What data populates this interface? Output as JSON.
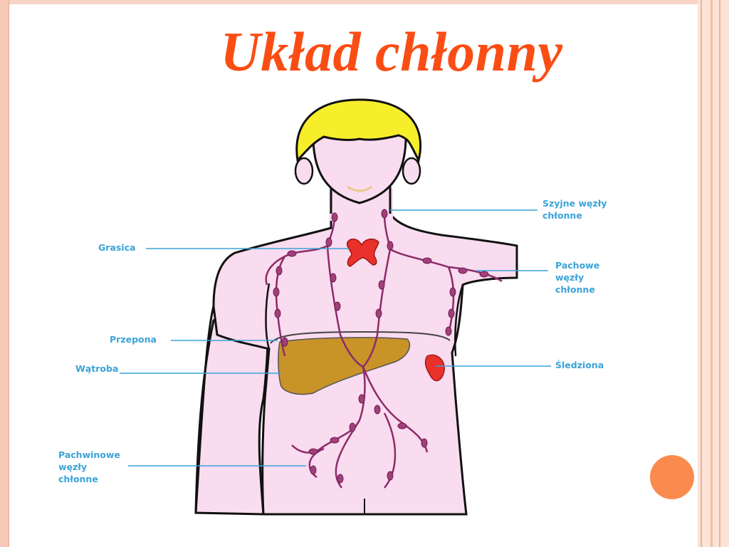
{
  "title": "Układ chłonny",
  "labels": {
    "neck_nodes": [
      "Szyjne węzły",
      "chłonne"
    ],
    "thymus": "Grasica",
    "axillary_nodes": [
      "Pachowe",
      "węzły",
      "chłonne"
    ],
    "diaphragm": "Przepona",
    "liver": "Wątroba",
    "spleen": "Śledziona",
    "inguinal_nodes": [
      "Pachwinowe",
      "węzły",
      "chłonne"
    ]
  },
  "colors": {
    "title": "#fa4d14",
    "label": "#3aa3d8",
    "skin": "#f9dcef",
    "hair": "#f7ee2b",
    "liver": "#c89428",
    "organ_red": "#e8312b",
    "lymph": "#8e2a6a"
  }
}
